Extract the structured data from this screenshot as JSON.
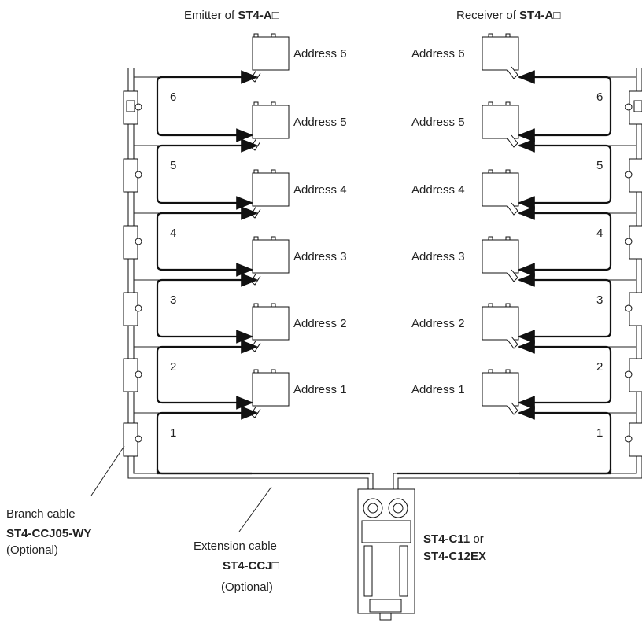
{
  "title_left": {
    "prefix": "Emitter of ",
    "model": "ST4-A□"
  },
  "title_right": {
    "prefix": "Receiver of ",
    "model": "ST4-A□"
  },
  "emitter_addresses": [
    "Address 6",
    "Address 5",
    "Address 4",
    "Address 3",
    "Address 2",
    "Address 1"
  ],
  "receiver_addresses": [
    "Address 6",
    "Address 5",
    "Address 4",
    "Address 3",
    "Address 2",
    "Address 1"
  ],
  "loop_numbers": [
    "6",
    "5",
    "4",
    "3",
    "2",
    "1"
  ],
  "branch_cable": {
    "label": "Branch cable",
    "model": "ST4-CCJ05-WY",
    "note": "(Optional)"
  },
  "extension_cable": {
    "label": "Extension cable",
    "model": "ST4-CCJ□",
    "note": "(Optional)"
  },
  "controller": {
    "model1": "ST4-C11",
    "or": " or",
    "model2": "ST4-C12EX"
  }
}
